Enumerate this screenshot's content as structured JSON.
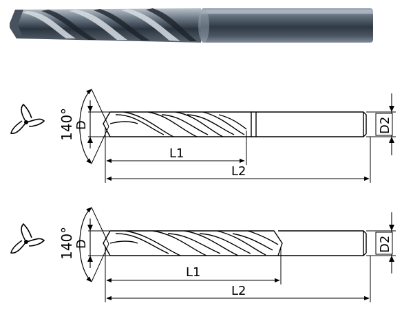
{
  "product_photo": {
    "name": "carbide drill photo"
  },
  "drawings": [
    {
      "id": "drill-a",
      "angle_label": "140°",
      "d_label": "D",
      "d2_label": "D2",
      "l1_label": "L1",
      "l2_label": "L2"
    },
    {
      "id": "drill-b",
      "angle_label": "140°",
      "d_label": "D",
      "d2_label": "D2",
      "l1_label": "L1",
      "l2_label": "L2"
    }
  ]
}
